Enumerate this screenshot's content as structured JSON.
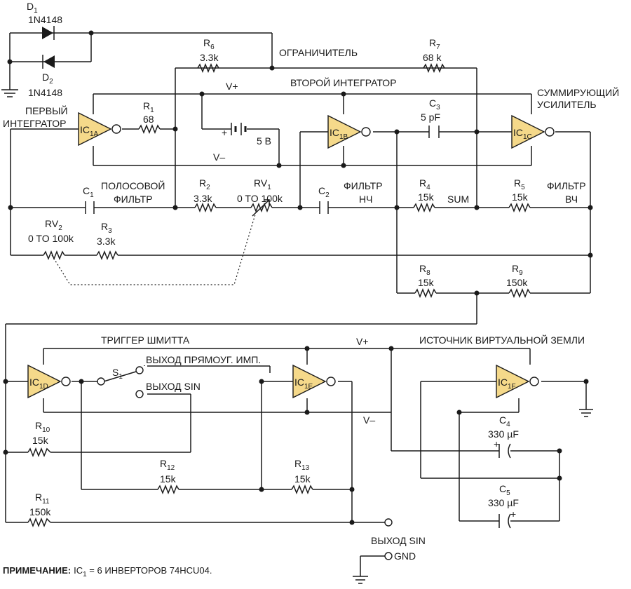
{
  "components": {
    "d1": {
      "ref": "D",
      "sub": "1",
      "part": "1N4148"
    },
    "d2": {
      "ref": "D",
      "sub": "2",
      "part": "1N4148"
    },
    "r1": {
      "ref": "R",
      "sub": "1",
      "value": "68"
    },
    "r2": {
      "ref": "R",
      "sub": "2",
      "value": "3.3k"
    },
    "r3": {
      "ref": "R",
      "sub": "3",
      "value": "3.3k"
    },
    "r4": {
      "ref": "R",
      "sub": "4",
      "value": "15k"
    },
    "r5": {
      "ref": "R",
      "sub": "5",
      "value": "15k"
    },
    "r6": {
      "ref": "R",
      "sub": "6",
      "value": "3.3k"
    },
    "r7": {
      "ref": "R",
      "sub": "7",
      "value": "68 k"
    },
    "r8": {
      "ref": "R",
      "sub": "8",
      "value": "15k"
    },
    "r9": {
      "ref": "R",
      "sub": "9",
      "value": "150k"
    },
    "r10": {
      "ref": "R",
      "sub": "10",
      "value": "15k"
    },
    "r11": {
      "ref": "R",
      "sub": "11",
      "value": "150k"
    },
    "r12": {
      "ref": "R",
      "sub": "12",
      "value": "15k"
    },
    "r13": {
      "ref": "R",
      "sub": "13",
      "value": "15k"
    },
    "rv1": {
      "ref": "RV",
      "sub": "1",
      "value": "0 TO 100k"
    },
    "rv2": {
      "ref": "RV",
      "sub": "2",
      "value": "0 TO 100k"
    },
    "c1": {
      "ref": "C",
      "sub": "1"
    },
    "c2": {
      "ref": "C",
      "sub": "2"
    },
    "c3": {
      "ref": "C",
      "sub": "3",
      "value": "5 pF"
    },
    "c4": {
      "ref": "C",
      "sub": "4",
      "value": "330 µF"
    },
    "c5": {
      "ref": "C",
      "sub": "5",
      "value": "330 µF"
    },
    "battery": {
      "value": "5 В",
      "plus": "+"
    },
    "s1": {
      "ref": "S",
      "sub": "1"
    }
  },
  "gates": {
    "ic1a": {
      "ref": "IC",
      "sub": "1A"
    },
    "ic1b": {
      "ref": "IC",
      "sub": "1B"
    },
    "ic1c": {
      "ref": "IC",
      "sub": "1C"
    },
    "ic1d": {
      "ref": "IC",
      "sub": "1D"
    },
    "ic1e": {
      "ref": "IC",
      "sub": "1E"
    },
    "ic1f": {
      "ref": "IC",
      "sub": "1F"
    }
  },
  "labels": {
    "limiter": "ОГРАНИЧИТЕЛЬ",
    "second_integrator": "ВТОРОЙ ИНТЕГРАТОР",
    "summing_amp_1": "СУММИРУЮЩИЙ",
    "summing_amp_2": "УСИЛИТЕЛЬ",
    "first_integrator_1": "ПЕРВЫЙ",
    "first_integrator_2": "ИНТЕГРАТОР",
    "bandpass_1": "ПОЛОСОВОЙ",
    "bandpass_2": "ФИЛЬТР",
    "lowpass_1": "ФИЛЬТР",
    "lowpass_2": "НЧ",
    "highpass_1": "ФИЛЬТР",
    "highpass_2": "ВЧ",
    "sum": "SUM",
    "vplus_top": "V+",
    "vminus_top": "V–",
    "vplus_bottom": "V+",
    "vminus_bottom": "V–",
    "schmitt": "ТРИГГЕР ШМИТТА",
    "virtual_ground": "ИСТОЧНИК ВИРТУАЛЬНОЙ ЗЕМЛИ",
    "square_out": "ВЫХОД ПРЯМОУГ. ИМП.",
    "sin_switch": "ВЫХОД SIN",
    "sin_out": "ВЫХОД SIN",
    "gnd": "GND"
  },
  "note": {
    "prefix": "ПРИМЕЧАНИЕ:",
    "ic": "IC",
    "ic_sub": "1",
    "text": " = 6 ИНВЕРТОРОВ 74HCU04."
  }
}
